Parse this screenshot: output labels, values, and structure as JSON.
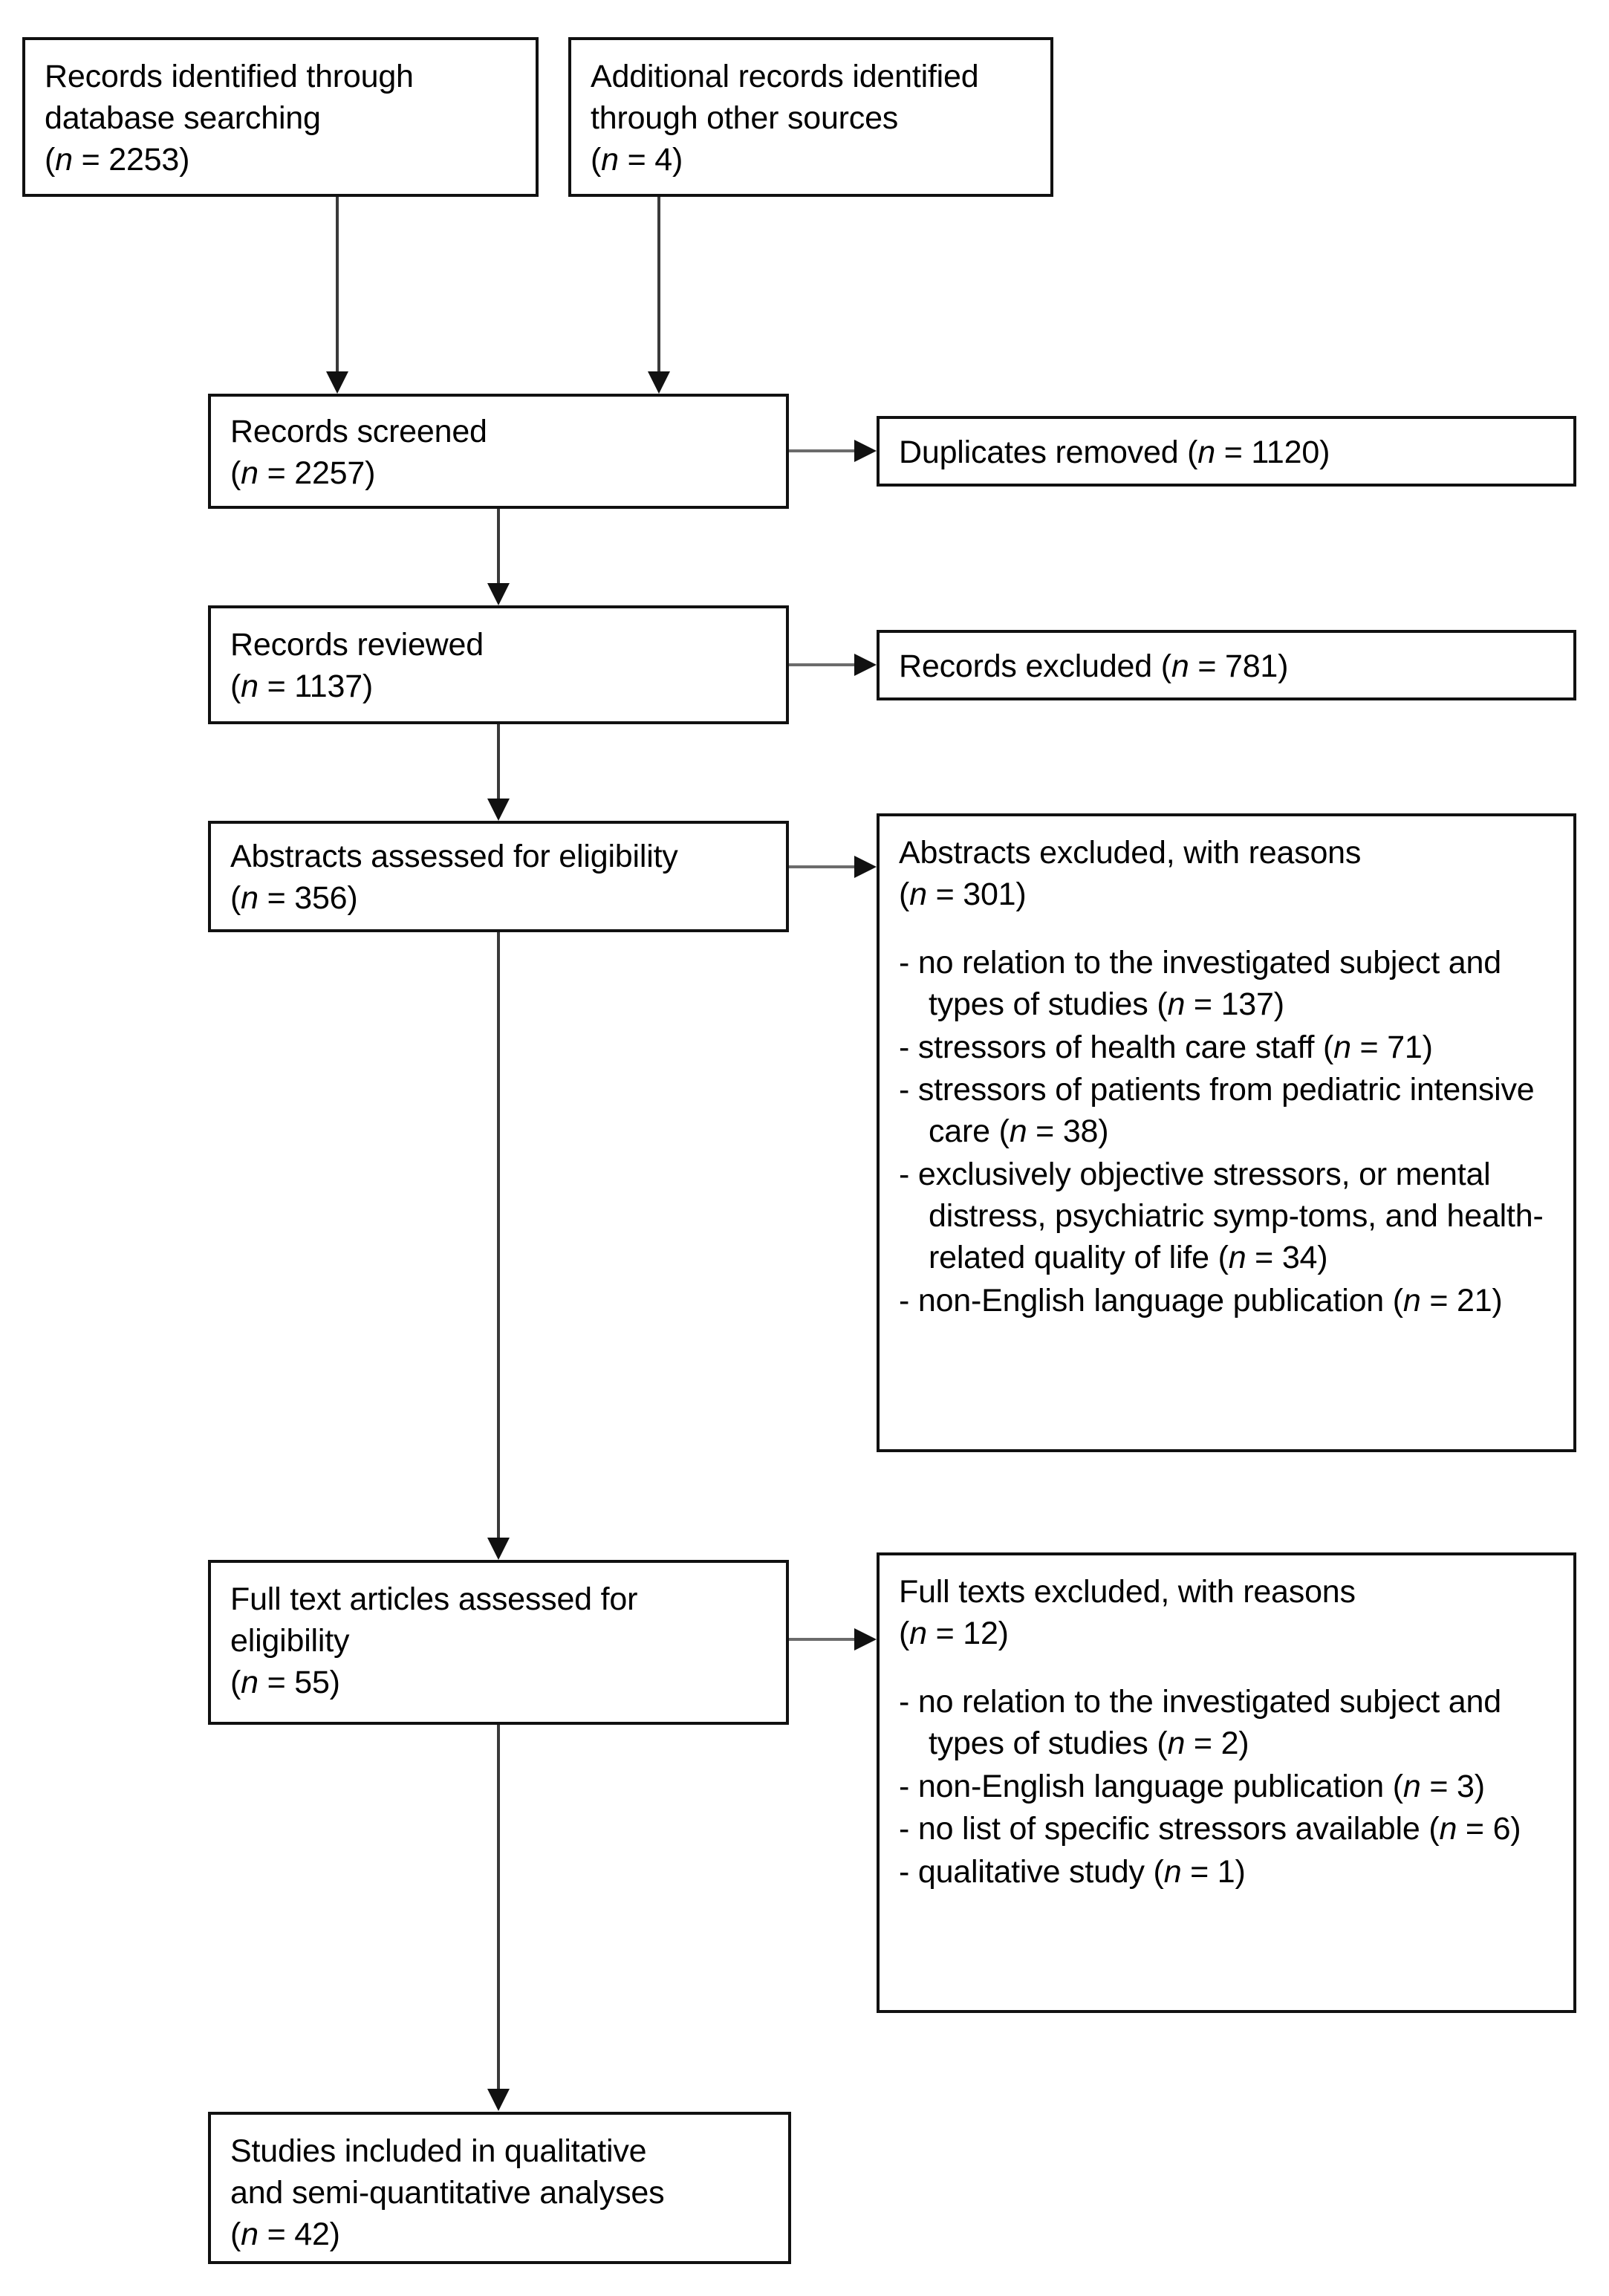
{
  "diagram": {
    "title": "PRISMA study selection flow diagram",
    "type": "flowchart",
    "colors": {
      "box_border": "#111111",
      "connector": "#3a3a3a",
      "background": "#ffffff"
    }
  },
  "nodes": {
    "identified_database": {
      "line1": "Records identified through",
      "line2": "database searching",
      "count_prefix": "(",
      "count_n": "n",
      "count_value": " = 2253)"
    },
    "identified_other": {
      "line1": "Additional records identified",
      "line2": "through other sources",
      "count_prefix": "(",
      "count_n": "n",
      "count_value": " = 4)"
    },
    "screened": {
      "line1": "Records screened",
      "count_prefix": "(",
      "count_n": "n",
      "count_value": " = 2257)"
    },
    "duplicates_removed": {
      "label_before": "Duplicates removed (",
      "count_n": "n",
      "label_after": " = 1120)"
    },
    "reviewed": {
      "line1": "Records reviewed",
      "count_prefix": "(",
      "count_n": "n",
      "count_value": " = 1137)"
    },
    "records_excluded": {
      "label_before": "Records excluded (",
      "count_n": "n",
      "label_after": " = 781)"
    },
    "abstracts_assessed": {
      "line1": "Abstracts assessed for eligibility",
      "count_prefix": "(",
      "count_n": "n",
      "count_value": " = 356)"
    },
    "abstracts_excluded": {
      "heading": "Abstracts excluded, with reasons",
      "count_prefix": "(",
      "count_n": "n",
      "count_value": " = 301)",
      "reasons": [
        {
          "text_before": "- no relation to the investigated subject and types of studies (",
          "n": "n",
          "text_after": " = 137)"
        },
        {
          "text_before": "- stressors of health care staff (",
          "n": "n",
          "text_after": " = 71)"
        },
        {
          "text_before": "- stressors of patients from pediatric intensive care (",
          "n": "n",
          "text_after": " = 38)"
        },
        {
          "text_before": "- exclusively objective stressors, or mental distress, psychiatric symp-toms, and health-related quality of life (",
          "n": "n",
          "text_after": " = 34)"
        },
        {
          "text_before": "-  non-English language publication (",
          "n": "n",
          "text_after": " = 21)"
        }
      ]
    },
    "fulltext_assessed": {
      "line1": "Full text articles assessed for",
      "line2": "eligibility",
      "count_prefix": "(",
      "count_n": "n",
      "count_value": " = 55)"
    },
    "fulltexts_excluded": {
      "heading": "Full texts excluded, with reasons",
      "count_prefix": "(",
      "count_n": "n",
      "count_value": " = 12)",
      "reasons": [
        {
          "text_before": "- no relation to the investigated subject and types of studies (",
          "n": "n",
          "text_after": " = 2)"
        },
        {
          "text_before": "- non-English language publication (",
          "n": "n",
          "text_after": " = 3)"
        },
        {
          "text_before": "- no list of specific stressors available (",
          "n": "n",
          "text_after": " = 6)"
        },
        {
          "text_before": "- qualitative study (",
          "n": "n",
          "text_after": " = 1)"
        }
      ]
    },
    "included": {
      "line1": "Studies included in qualitative",
      "line2": "and semi-quantitative analyses",
      "count_prefix": "(",
      "count_n": "n",
      "count_value": " = 42)"
    }
  },
  "chart_data": {
    "type": "flow",
    "title": "PRISMA study selection flow diagram",
    "stages": [
      {
        "label": "Records identified through database searching",
        "n": 2253
      },
      {
        "label": "Additional records identified through other sources",
        "n": 4
      },
      {
        "label": "Records screened",
        "n": 2257
      },
      {
        "label": "Duplicates removed",
        "n": 1120
      },
      {
        "label": "Records reviewed",
        "n": 1137
      },
      {
        "label": "Records excluded",
        "n": 781
      },
      {
        "label": "Abstracts assessed for eligibility",
        "n": 356
      },
      {
        "label": "Abstracts excluded, with reasons",
        "n": 301
      },
      {
        "label": "Full text articles assessed for eligibility",
        "n": 55
      },
      {
        "label": "Full texts excluded, with reasons",
        "n": 12
      },
      {
        "label": "Studies included in qualitative and semi-quantitative analyses",
        "n": 42
      }
    ],
    "abstract_exclusion_reasons": [
      {
        "reason": "no relation to the investigated subject and types of studies",
        "n": 137
      },
      {
        "reason": "stressors of health care staff",
        "n": 71
      },
      {
        "reason": "stressors of patients from pediatric intensive care",
        "n": 38
      },
      {
        "reason": "exclusively objective stressors, or mental distress, psychiatric symptoms, and health-related quality of life",
        "n": 34
      },
      {
        "reason": "non-English language publication",
        "n": 21
      }
    ],
    "fulltext_exclusion_reasons": [
      {
        "reason": "no relation to the investigated subject and types of studies",
        "n": 2
      },
      {
        "reason": "non-English language publication",
        "n": 3
      },
      {
        "reason": "no list of specific stressors available",
        "n": 6
      },
      {
        "reason": "qualitative study",
        "n": 1
      }
    ]
  }
}
